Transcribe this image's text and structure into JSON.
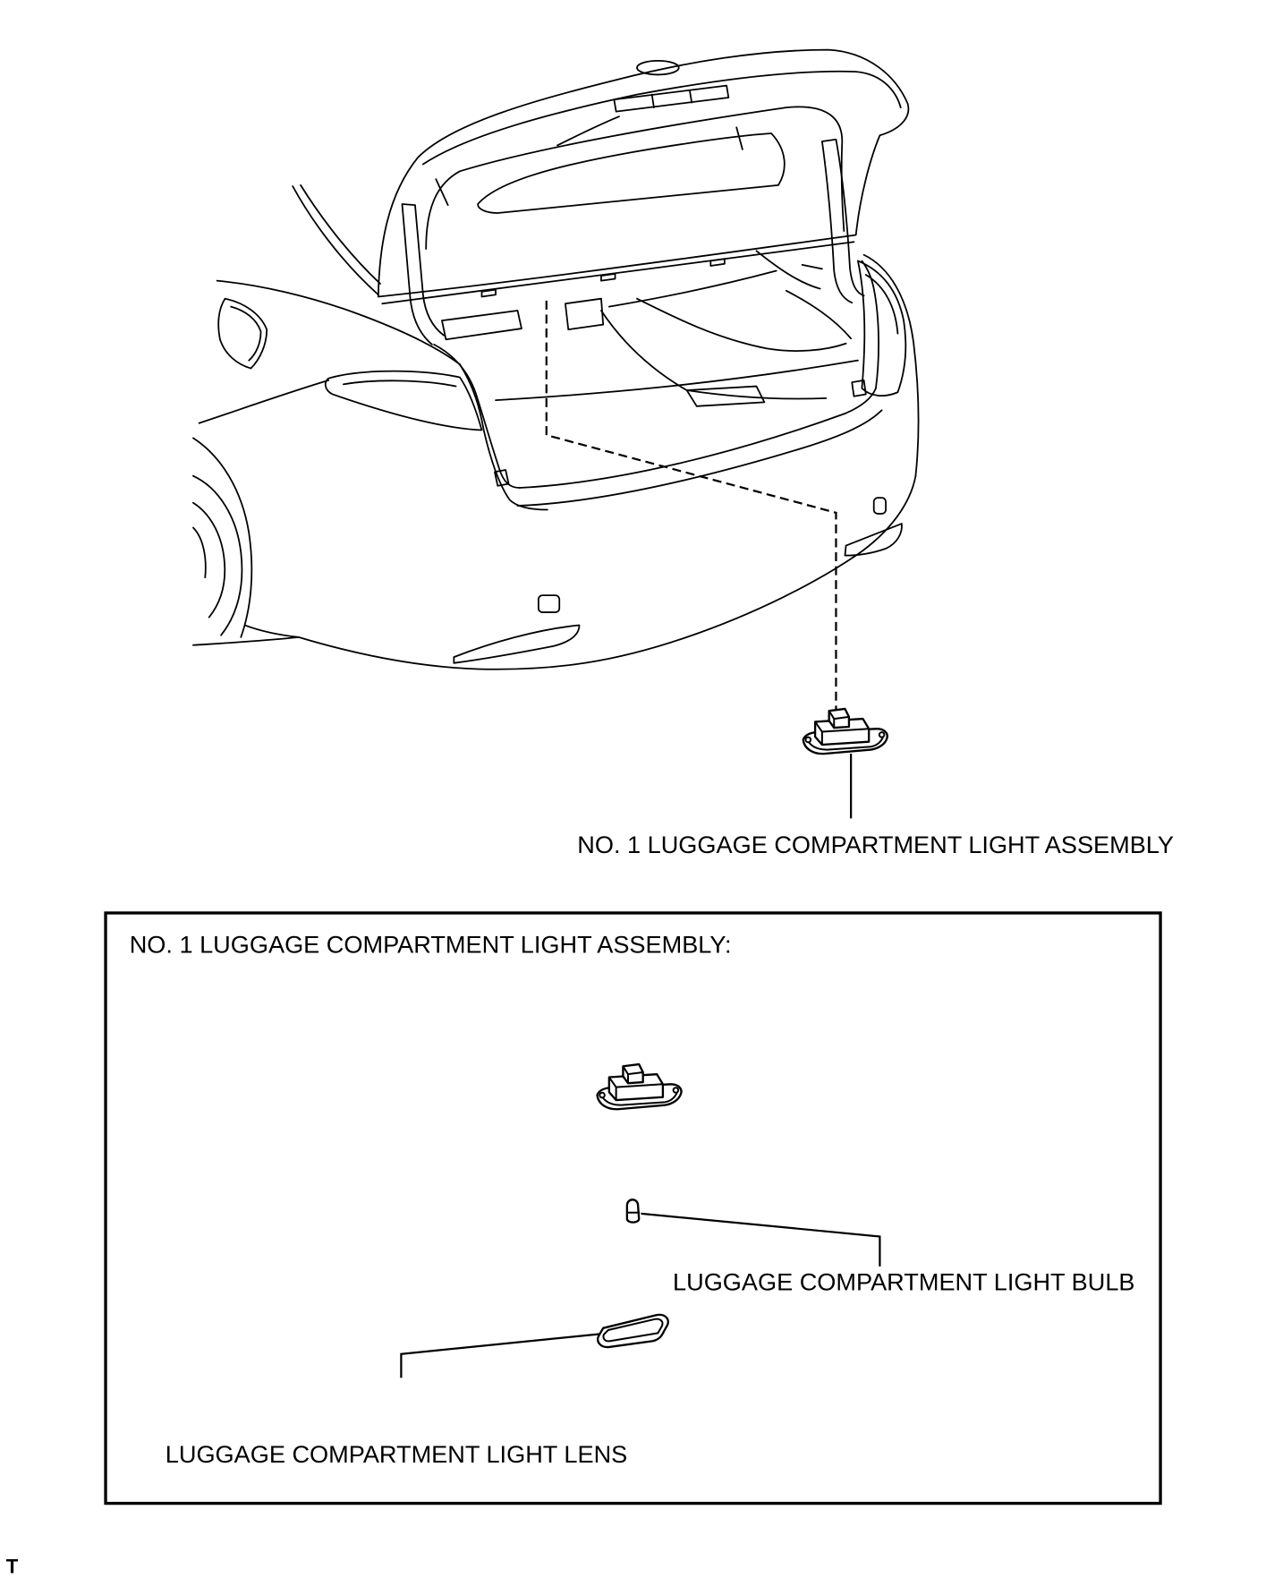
{
  "labels": {
    "top_callout": "NO. 1 LUGGAGE COMPARTMENT LIGHT ASSEMBLY",
    "box_title": "NO. 1 LUGGAGE COMPARTMENT LIGHT ASSEMBLY:",
    "bulb": "LUGGAGE COMPARTMENT LIGHT BULB",
    "lens": "LUGGAGE COMPARTMENT LIGHT LENS",
    "corner_code": "T"
  },
  "icons": {
    "vehicle": "sedan-rear-open-trunk-illustration",
    "assembly": "luggage-light-assembly-icon",
    "bulb": "wedge-bulb-icon",
    "lens": "light-lens-icon"
  },
  "colors": {
    "line": "#000000",
    "background": "#ffffff"
  }
}
